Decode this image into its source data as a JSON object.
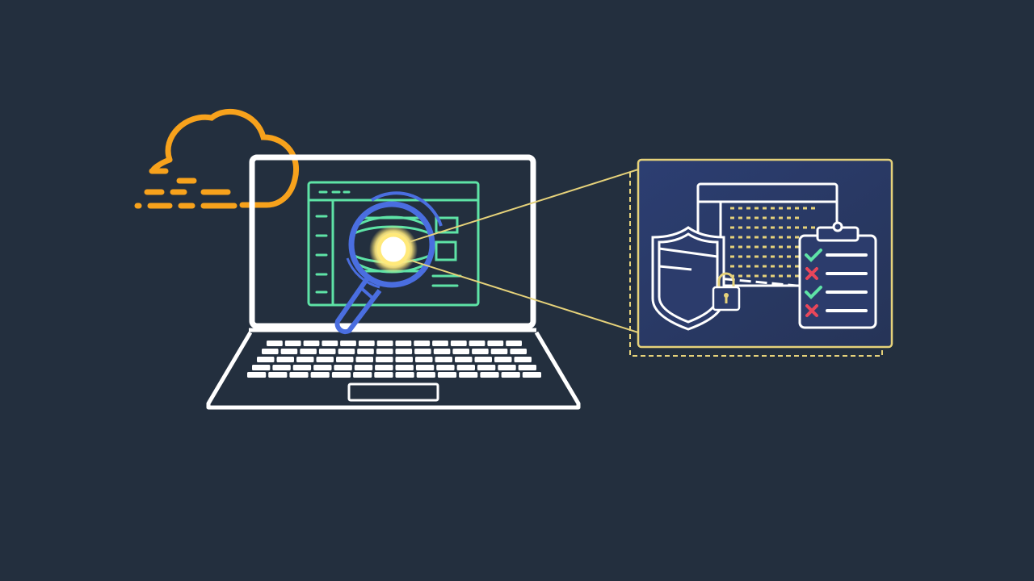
{
  "colors": {
    "background": "#232f3e",
    "cloud": "#f7a21c",
    "laptop": "#ffffff",
    "screen_window": "#5ee3a6",
    "magnifier": "#4a6ee0",
    "highlight_glow": "#fff3a8",
    "callout_border": "#e6d27a",
    "callout_fill": "#2f3f6e",
    "check": "#5ee3a6",
    "cross": "#e8465a"
  },
  "icons": {
    "cloud": "cloud-icon",
    "laptop": "laptop-icon",
    "magnifier": "magnifying-glass-icon",
    "shield": "shield-icon",
    "lock": "padlock-icon",
    "clipboard": "clipboard-checklist-icon"
  },
  "checklist": [
    "check",
    "cross",
    "check",
    "cross"
  ]
}
